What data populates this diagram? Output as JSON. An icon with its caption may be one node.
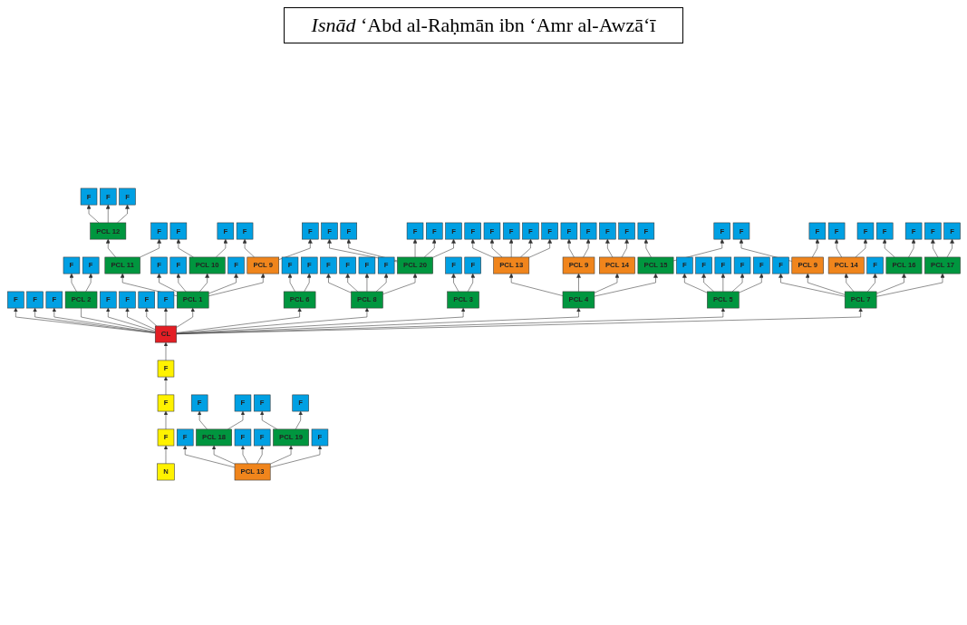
{
  "diagram": {
    "title": "*Isnād* ‘Abd al-Raḥmān ibn ‘Amr al-Awzā‘ī",
    "nodes": [
      {
        "text": [
          "CL"
        ]
      },
      {
        "text": [
          "F"
        ]
      },
      {
        "text": [
          "F"
        ]
      },
      {
        "text": [
          "F"
        ]
      },
      {
        "text": [
          "PCL 1"
        ]
      },
      {
        "text": [
          "F"
        ]
      },
      {
        "text": [
          "F"
        ]
      },
      {
        "text": [
          "F"
        ]
      },
      {
        "text": [
          "F"
        ]
      },
      {
        "text": [
          "PCL 6"
        ]
      },
      {
        "text": [
          "PCL 2"
        ]
      },
      {
        "text": [
          "PCL 3"
        ]
      },
      {
        "text": [
          "PCL 8"
        ]
      },
      {
        "text": [
          "PCL 4"
        ]
      },
      {
        "text": [
          "PCL 5"
        ]
      },
      {
        "text": [
          "PCL 7"
        ]
      },
      {
        "text": [
          "F"
        ]
      },
      {
        "text": [
          "F"
        ]
      },
      {
        "text": [
          "F"
        ]
      },
      {
        "text": [
          "N"
        ]
      },
      {
        "text": [
          "F"
        ]
      },
      {
        "text": [
          "F"
        ]
      },
      {
        "text": [
          "PCL 11"
        ]
      },
      {
        "text": [
          "F"
        ]
      },
      {
        "text": [
          "F"
        ]
      },
      {
        "text": [
          "PCL 10"
        ]
      },
      {
        "text": [
          "F"
        ]
      },
      {
        "text": [
          "PCL 9"
        ]
      },
      {
        "text": [
          "F"
        ]
      },
      {
        "text": [
          "F"
        ]
      },
      {
        "text": [
          "PCL 12"
        ]
      },
      {
        "text": [
          "F"
        ]
      },
      {
        "text": [
          "F"
        ]
      },
      {
        "text": [
          "F"
        ]
      },
      {
        "text": [
          "F"
        ]
      },
      {
        "text": [
          "F"
        ]
      },
      {
        "text": [
          "F"
        ]
      },
      {
        "text": [
          "F"
        ]
      },
      {
        "text": [
          "F"
        ]
      },
      {
        "text": [
          "F"
        ]
      },
      {
        "text": [
          "F"
        ]
      },
      {
        "text": [
          "F"
        ]
      },
      {
        "text": [
          "F"
        ]
      },
      {
        "text": [
          "PCL 20"
        ]
      },
      {
        "text": [
          "F"
        ]
      },
      {
        "text": [
          "F"
        ]
      },
      {
        "text": [
          "F"
        ]
      },
      {
        "text": [
          "F"
        ]
      },
      {
        "text": [
          "F"
        ]
      },
      {
        "text": [
          "F"
        ]
      },
      {
        "text": [
          "F"
        ]
      },
      {
        "text": [
          "PCL 13"
        ]
      },
      {
        "text": [
          "PCL 9"
        ]
      },
      {
        "text": [
          "PCL 14"
        ]
      },
      {
        "text": [
          "PCL 15"
        ]
      },
      {
        "text": [
          "F"
        ]
      },
      {
        "text": [
          "F"
        ]
      },
      {
        "text": [
          "F"
        ]
      },
      {
        "text": [
          "F"
        ]
      },
      {
        "text": [
          "F"
        ]
      },
      {
        "text": [
          "F"
        ]
      },
      {
        "text": [
          "F"
        ]
      },
      {
        "text": [
          "F"
        ]
      },
      {
        "text": [
          "F"
        ]
      },
      {
        "text": [
          "F"
        ]
      },
      {
        "text": [
          "F"
        ]
      },
      {
        "text": [
          "F"
        ]
      },
      {
        "text": [
          "F"
        ]
      },
      {
        "text": [
          "F"
        ]
      },
      {
        "text": [
          "F"
        ]
      },
      {
        "text": [
          "F"
        ]
      },
      {
        "text": [
          "F"
        ]
      },
      {
        "text": [
          "PCL 9"
        ]
      },
      {
        "text": [
          "PCL 14"
        ]
      },
      {
        "text": [
          "F"
        ]
      },
      {
        "text": [
          "PCL 16"
        ]
      },
      {
        "text": [
          "PCL 17"
        ]
      },
      {
        "text": [
          "F"
        ]
      },
      {
        "text": [
          "F"
        ]
      },
      {
        "text": [
          "F"
        ]
      },
      {
        "text": [
          "F"
        ]
      },
      {
        "text": [
          "F"
        ]
      },
      {
        "text": [
          "F"
        ]
      },
      {
        "text": [
          "F"
        ]
      },
      {
        "text": [
          "F"
        ]
      },
      {
        "text": [
          "PCL 13"
        ]
      },
      {
        "text": [
          "F"
        ]
      },
      {
        "text": [
          "PCL 18"
        ]
      },
      {
        "text": [
          "F"
        ]
      },
      {
        "text": [
          "F"
        ]
      },
      {
        "text": [
          "PCL 19"
        ]
      },
      {
        "text": [
          "F"
        ]
      },
      {
        "text": [
          "F"
        ]
      },
      {
        "text": [
          "F"
        ]
      },
      {
        "text": [
          "F"
        ]
      },
      {
        "text": [
          "F"
        ]
      }
    ],
    "edges": [
      {
        "from": 19,
        "to": 18,
        "arrow": "to"
      },
      {
        "from": 18,
        "to": 17,
        "arrow": "to"
      },
      {
        "from": 17,
        "to": 16,
        "arrow": "to"
      },
      {
        "from": 16,
        "to": 0,
        "arrow": "to"
      },
      {
        "from": 0,
        "to": 1,
        "arrow": "to"
      },
      {
        "from": 0,
        "to": 2,
        "arrow": "to"
      },
      {
        "from": 0,
        "to": 3,
        "arrow": "to"
      },
      {
        "from": 0,
        "to": 4,
        "arrow": "to"
      },
      {
        "from": 0,
        "to": 5,
        "arrow": "to"
      },
      {
        "from": 0,
        "to": 6,
        "arrow": "to"
      },
      {
        "from": 0,
        "to": 7,
        "arrow": "to"
      },
      {
        "from": 0,
        "to": 8,
        "arrow": "to"
      },
      {
        "from": 0,
        "to": 9,
        "arrow": "to"
      },
      {
        "from": 0,
        "to": 10,
        "arrow": "none"
      },
      {
        "from": 0,
        "to": 11,
        "arrow": "to"
      },
      {
        "from": 0,
        "to": 12,
        "arrow": "to"
      },
      {
        "from": 0,
        "to": 13,
        "arrow": "to"
      },
      {
        "from": 0,
        "to": 14,
        "arrow": "to"
      },
      {
        "from": 0,
        "to": 15,
        "arrow": "to"
      },
      {
        "from": 10,
        "to": 20,
        "arrow": "to"
      },
      {
        "from": 10,
        "to": 21,
        "arrow": "to"
      },
      {
        "from": 4,
        "to": 22,
        "arrow": "to"
      },
      {
        "from": 4,
        "to": 23,
        "arrow": "to"
      },
      {
        "from": 4,
        "to": 24,
        "arrow": "to"
      },
      {
        "from": 4,
        "to": 25,
        "arrow": "to"
      },
      {
        "from": 4,
        "to": 26,
        "arrow": "to"
      },
      {
        "from": 4,
        "to": 27,
        "arrow": "to"
      },
      {
        "from": 9,
        "to": 28,
        "arrow": "to"
      },
      {
        "from": 9,
        "to": 29,
        "arrow": "to"
      },
      {
        "from": 22,
        "to": 30,
        "arrow": "to"
      },
      {
        "from": 22,
        "to": 31,
        "arrow": "to"
      },
      {
        "from": 25,
        "to": 32,
        "arrow": "to"
      },
      {
        "from": 25,
        "to": 33,
        "arrow": "to"
      },
      {
        "from": 27,
        "to": 34,
        "arrow": "to"
      },
      {
        "from": 27,
        "to": 35,
        "arrow": "to"
      },
      {
        "from": 30,
        "to": 36,
        "arrow": "to"
      },
      {
        "from": 30,
        "to": 37,
        "arrow": "to"
      },
      {
        "from": 30,
        "to": 38,
        "arrow": "to"
      },
      {
        "from": 12,
        "to": 39,
        "arrow": "to"
      },
      {
        "from": 12,
        "to": 40,
        "arrow": "to"
      },
      {
        "from": 12,
        "to": 41,
        "arrow": "to"
      },
      {
        "from": 12,
        "to": 42,
        "arrow": "to"
      },
      {
        "from": 12,
        "to": 43,
        "arrow": "to"
      },
      {
        "from": 43,
        "to": 44,
        "arrow": "to"
      },
      {
        "from": 43,
        "to": 45,
        "arrow": "to"
      },
      {
        "from": 43,
        "to": 46,
        "arrow": "to"
      },
      {
        "from": 43,
        "to": 47,
        "arrow": "to"
      },
      {
        "from": 43,
        "to": 48,
        "arrow": "to"
      },
      {
        "from": 11,
        "to": 49,
        "arrow": "to"
      },
      {
        "from": 11,
        "to": 50,
        "arrow": "to"
      },
      {
        "from": 13,
        "to": 51,
        "arrow": "to"
      },
      {
        "from": 13,
        "to": 52,
        "arrow": "to"
      },
      {
        "from": 13,
        "to": 53,
        "arrow": "to"
      },
      {
        "from": 13,
        "to": 54,
        "arrow": "to"
      },
      {
        "from": 51,
        "to": 55,
        "arrow": "to"
      },
      {
        "from": 51,
        "to": 56,
        "arrow": "to"
      },
      {
        "from": 51,
        "to": 57,
        "arrow": "to"
      },
      {
        "from": 51,
        "to": 58,
        "arrow": "to"
      },
      {
        "from": 51,
        "to": 59,
        "arrow": "to"
      },
      {
        "from": 52,
        "to": 60,
        "arrow": "to"
      },
      {
        "from": 52,
        "to": 61,
        "arrow": "to"
      },
      {
        "from": 53,
        "to": 62,
        "arrow": "to"
      },
      {
        "from": 53,
        "to": 63,
        "arrow": "to"
      },
      {
        "from": 54,
        "to": 64,
        "arrow": "to"
      },
      {
        "from": 54,
        "to": 65,
        "arrow": "to"
      },
      {
        "from": 14,
        "to": 66,
        "arrow": "to"
      },
      {
        "from": 14,
        "to": 67,
        "arrow": "to"
      },
      {
        "from": 14,
        "to": 68,
        "arrow": "to"
      },
      {
        "from": 14,
        "to": 69,
        "arrow": "to"
      },
      {
        "from": 14,
        "to": 70,
        "arrow": "to"
      },
      {
        "from": 15,
        "to": 71,
        "arrow": "to"
      },
      {
        "from": 15,
        "to": 72,
        "arrow": "to"
      },
      {
        "from": 15,
        "to": 73,
        "arrow": "to"
      },
      {
        "from": 15,
        "to": 74,
        "arrow": "to"
      },
      {
        "from": 15,
        "to": 75,
        "arrow": "to"
      },
      {
        "from": 15,
        "to": 76,
        "arrow": "to"
      },
      {
        "from": 72,
        "to": 77,
        "arrow": "to"
      },
      {
        "from": 72,
        "to": 78,
        "arrow": "to"
      },
      {
        "from": 73,
        "to": 79,
        "arrow": "to"
      },
      {
        "from": 73,
        "to": 80,
        "arrow": "to"
      },
      {
        "from": 75,
        "to": 81,
        "arrow": "to"
      },
      {
        "from": 75,
        "to": 82,
        "arrow": "to"
      },
      {
        "from": 76,
        "to": 83,
        "arrow": "to"
      },
      {
        "from": 76,
        "to": 84,
        "arrow": "to"
      },
      {
        "from": 85,
        "to": 86,
        "arrow": "to"
      },
      {
        "from": 85,
        "to": 87,
        "arrow": "to"
      },
      {
        "from": 85,
        "to": 88,
        "arrow": "to"
      },
      {
        "from": 85,
        "to": 89,
        "arrow": "to"
      },
      {
        "from": 85,
        "to": 90,
        "arrow": "to"
      },
      {
        "from": 85,
        "to": 91,
        "arrow": "to"
      },
      {
        "from": 87,
        "to": 92,
        "arrow": "to"
      },
      {
        "from": 87,
        "to": 93,
        "arrow": "to"
      },
      {
        "from": 90,
        "to": 94,
        "arrow": "to"
      },
      {
        "from": 90,
        "to": 95,
        "arrow": "to"
      }
    ]
  }
}
